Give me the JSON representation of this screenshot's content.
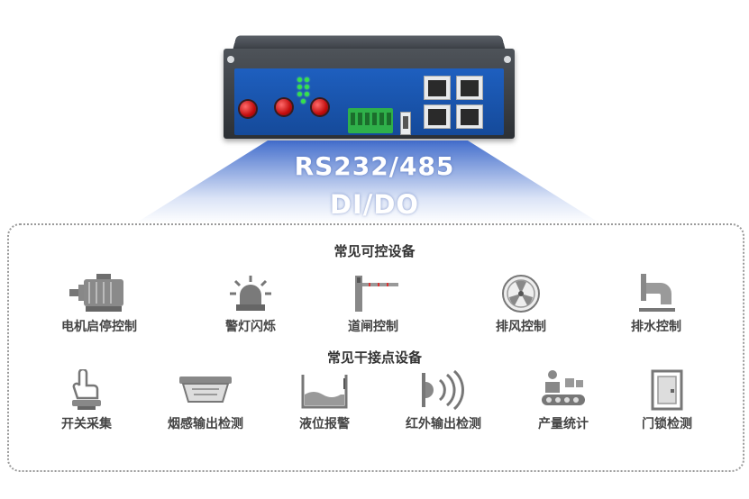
{
  "interface_title_line1": "RS232/485",
  "interface_title_line2": "DI/DO",
  "controllable_section": {
    "title": "常见可控设备",
    "items": [
      {
        "label": "电机启停控制",
        "icon": "motor-icon"
      },
      {
        "label": "警灯闪烁",
        "icon": "alarm-light-icon"
      },
      {
        "label": "道闸控制",
        "icon": "barrier-gate-icon"
      },
      {
        "label": "排风控制",
        "icon": "exhaust-fan-icon"
      },
      {
        "label": "排水控制",
        "icon": "drain-pipe-icon"
      }
    ]
  },
  "dry_contact_section": {
    "title": "常见干接点设备",
    "items": [
      {
        "label": "开关采集",
        "icon": "switch-press-icon"
      },
      {
        "label": "烟感输出检测",
        "icon": "smoke-detector-icon"
      },
      {
        "label": "液位报警",
        "icon": "liquid-level-icon"
      },
      {
        "label": "红外输出检测",
        "icon": "infrared-sensor-icon"
      },
      {
        "label": "产量统计",
        "icon": "production-count-icon"
      },
      {
        "label": "门锁检测",
        "icon": "door-lock-icon"
      }
    ]
  },
  "colors": {
    "device_panel": "#1e5fbf",
    "beam": "#3462c8",
    "icon_gray": "#777777",
    "text": "#444444"
  }
}
